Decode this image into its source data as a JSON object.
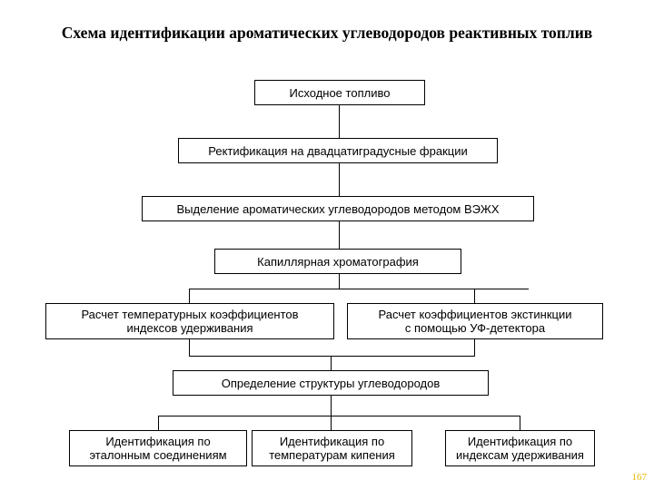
{
  "title": "Схема идентификации ароматических углеводородов реактивных топлив",
  "page_number": "167",
  "colors": {
    "box_border": "#000000",
    "background": "#ffffff",
    "text": "#000000",
    "page_number": "#e8b900"
  },
  "nodes": [
    {
      "id": "source-fuel",
      "label": "Исходное топливо"
    },
    {
      "id": "rectification",
      "label": "Ректификация на двадцатиградусные фракции"
    },
    {
      "id": "hplc-extraction",
      "label": "Выделение ароматических углеводородов методом ВЭЖХ"
    },
    {
      "id": "capillary-chromatography",
      "label": "Капиллярная хроматография"
    },
    {
      "id": "temperature-coefficients",
      "label": "Расчет температурных коэффициентов\nиндексов удерживания"
    },
    {
      "id": "extinction-coefficients",
      "label": "Расчет коэффициентов экстинкции\nс помощью УФ-детектора"
    },
    {
      "id": "structure-determination",
      "label": "Определение структуры углеводородов"
    },
    {
      "id": "identification-standards",
      "label": "Идентификация по\nэталонным соединениям"
    },
    {
      "id": "identification-boiling",
      "label": "Идентификация по\nтемпературам кипения"
    },
    {
      "id": "identification-retention",
      "label": "Идентификация по\nиндексам удерживания"
    }
  ]
}
